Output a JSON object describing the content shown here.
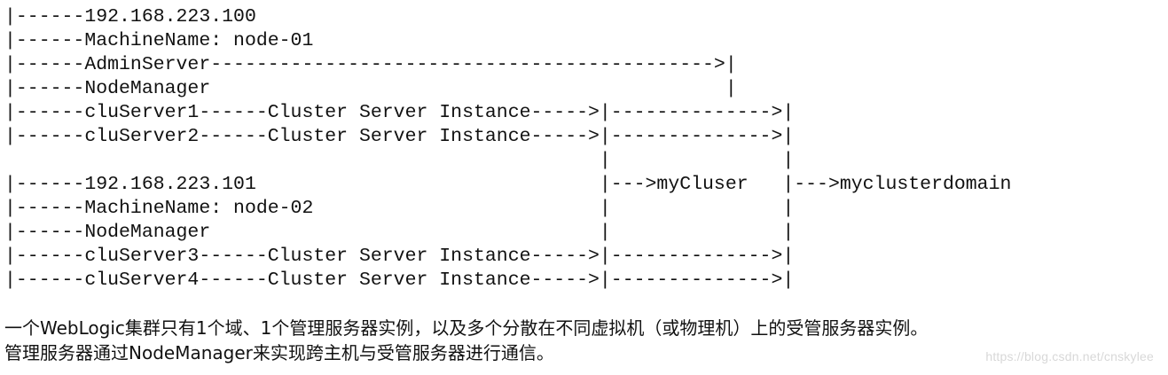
{
  "diagram": {
    "lines": [
      "|------192.168.223.100",
      "|------MachineName: node-01",
      "|------AdminServer-------------------------------------------->|",
      "|------NodeManager                                             |",
      "|------cluServer1------Cluster Server Instance----->|-------------->|",
      "|------cluServer2------Cluster Server Instance----->|-------------->|",
      "                                                    |               |",
      "|------192.168.223.101                              |--->myCluser   |--->myclusterdomain",
      "|------MachineName: node-02                         |               |",
      "|------NodeManager                                  |               |",
      "|------cluServer3------Cluster Server Instance----->|-------------->|",
      "|------cluServer4------Cluster Server Instance----->|-------------->|"
    ]
  },
  "description": {
    "line1": "一个WebLogic集群只有1个域、1个管理服务器实例，以及多个分散在不同虚拟机（或物理机）上的受管服务器实例。",
    "line2": "管理服务器通过NodeManager来实现跨主机与受管服务器进行通信。"
  },
  "watermark": {
    "text": "https://blog.csdn.net/cnskylee"
  }
}
